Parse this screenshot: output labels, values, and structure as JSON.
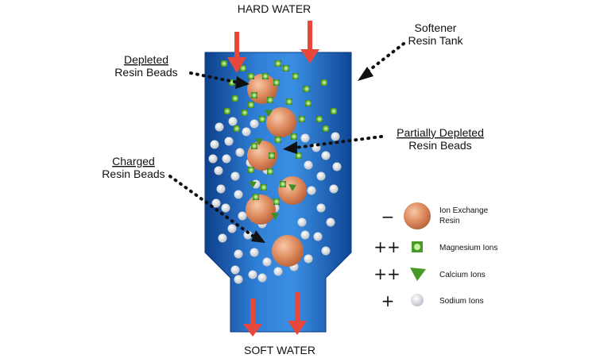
{
  "labels": {
    "inlet": "HARD WATER",
    "outlet": "SOFT WATER",
    "tank_line1": "Softener",
    "tank_line2": "Resin Tank",
    "depleted_line1": "Depleted",
    "depleted_line2": "Resin Beads",
    "partial_line1": "Partially Depleted",
    "partial_line2": "Resin Beads",
    "charged_line1": "Charged",
    "charged_line2": "Resin Beads"
  },
  "legend": {
    "items": [
      {
        "symbol": "−",
        "label_line1": "Ion Exchange",
        "label_line2": "Resin",
        "icon": "resin-bead-icon"
      },
      {
        "symbol": "++",
        "label_line1": "Magnesium Ions",
        "label_line2": "",
        "icon": "magnesium-ion-icon"
      },
      {
        "symbol": "++",
        "label_line1": "Calcium Ions",
        "label_line2": "",
        "icon": "calcium-ion-icon"
      },
      {
        "symbol": "+",
        "label_line1": "Sodium Ions",
        "label_line2": "",
        "icon": "sodium-ion-icon"
      }
    ]
  },
  "colors": {
    "tank_dark": "#1552a8",
    "tank_light": "#3c8ee0",
    "arrow": "#e8473c",
    "resin": "#d9855a",
    "magnesium": "#5aa52d",
    "calcium": "#4a9a2a",
    "sodium": "#c8ccd2"
  }
}
